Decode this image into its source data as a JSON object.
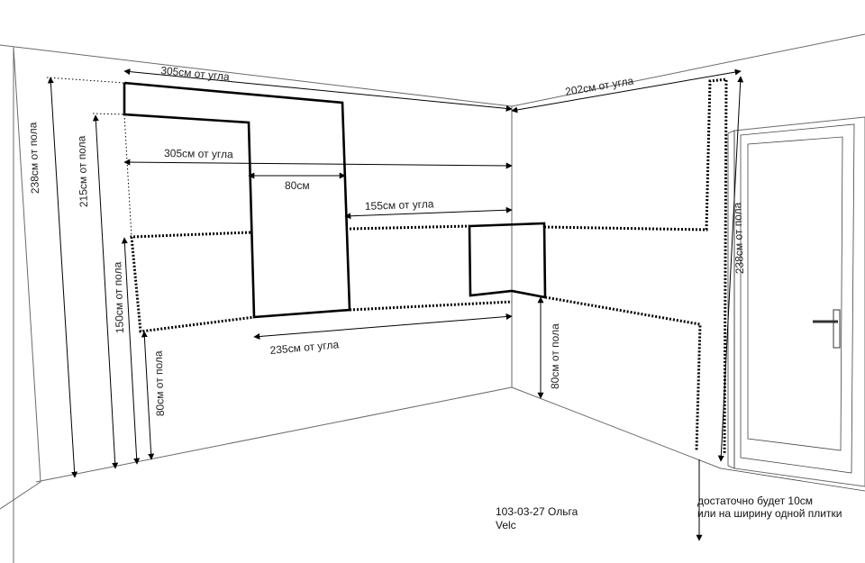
{
  "labels": {
    "top_left_305": "305см от угла",
    "top_right_202": "202см от угла",
    "mid_305": "305см от угла",
    "width_80": "80см",
    "right_155": "155см от угла",
    "bottom_235": "235см от угла",
    "left_238": "238см от пола",
    "left_215": "215см от пола",
    "left_150": "150см от пола",
    "left_80": "80см от пола",
    "right_80": "80см от пола",
    "door_238": "238см от пола"
  },
  "note": {
    "line1": "достаточно будет 10см",
    "line2": "или на ширину одной плитки"
  },
  "caption": {
    "line1": "103-03-27 Ольга",
    "line2": "Velc"
  }
}
